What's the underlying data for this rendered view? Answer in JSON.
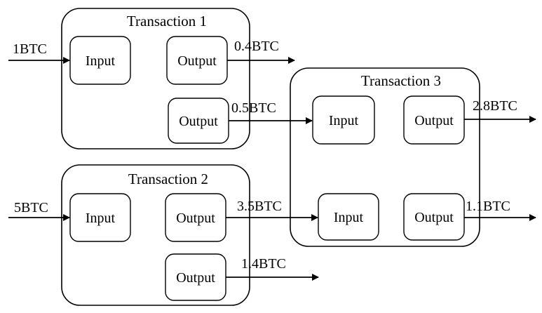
{
  "transactions": {
    "t1": {
      "title": "Transaction 1",
      "input": "Input",
      "output_a": "Output",
      "output_b": "Output"
    },
    "t2": {
      "title": "Transaction 2",
      "input": "Input",
      "output_a": "Output",
      "output_b": "Output"
    },
    "t3": {
      "title": "Transaction 3",
      "input_a": "Input",
      "input_b": "Input",
      "output_a": "Output",
      "output_b": "Output"
    }
  },
  "amounts": {
    "t1_in": "1BTC",
    "t1_out_a": "0.4BTC",
    "t1_out_b": "0.5BTC",
    "t2_in": "5BTC",
    "t2_out_a": "3.5BTC",
    "t2_out_b": "1.4BTC",
    "t3_out_a": "2.8BTC",
    "t3_out_b": "1.1BTC"
  }
}
